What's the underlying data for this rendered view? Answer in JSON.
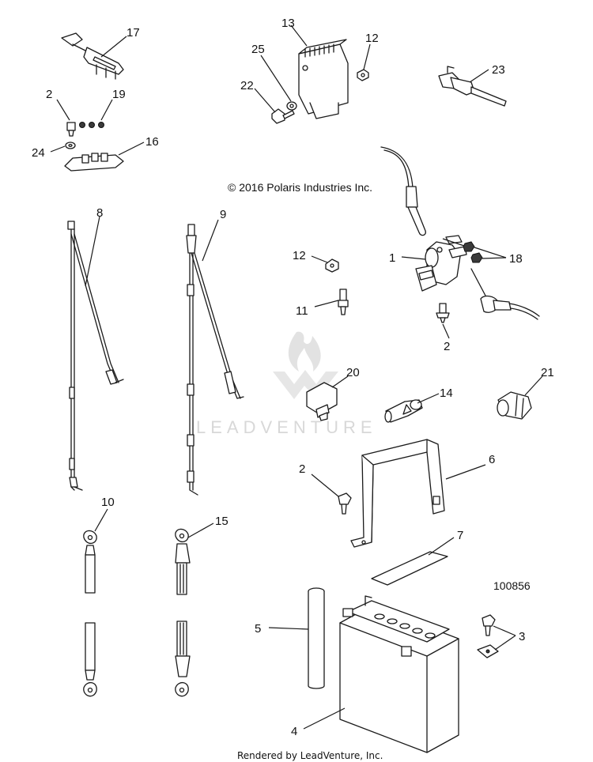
{
  "copyright": "© 2016 Polaris Industries Inc.",
  "diagram_number": "100856",
  "watermark": "LEADVENTURE",
  "footer": "Rendered by LeadVenture, Inc.",
  "callouts": {
    "c17": "17",
    "c2a": "2",
    "c19": "19",
    "c24": "24",
    "c16": "16",
    "c13": "13",
    "c12a": "12",
    "c25": "25",
    "c22": "22",
    "c23": "23",
    "c8": "8",
    "c9": "9",
    "c12b": "12",
    "c1": "1",
    "c18": "18",
    "c11": "11",
    "c2b": "2",
    "c20": "20",
    "c14": "14",
    "c21": "21",
    "c2c": "2",
    "c6": "6",
    "c10": "10",
    "c15": "15",
    "c7": "7",
    "c5": "5",
    "c3": "3",
    "c4": "4"
  }
}
